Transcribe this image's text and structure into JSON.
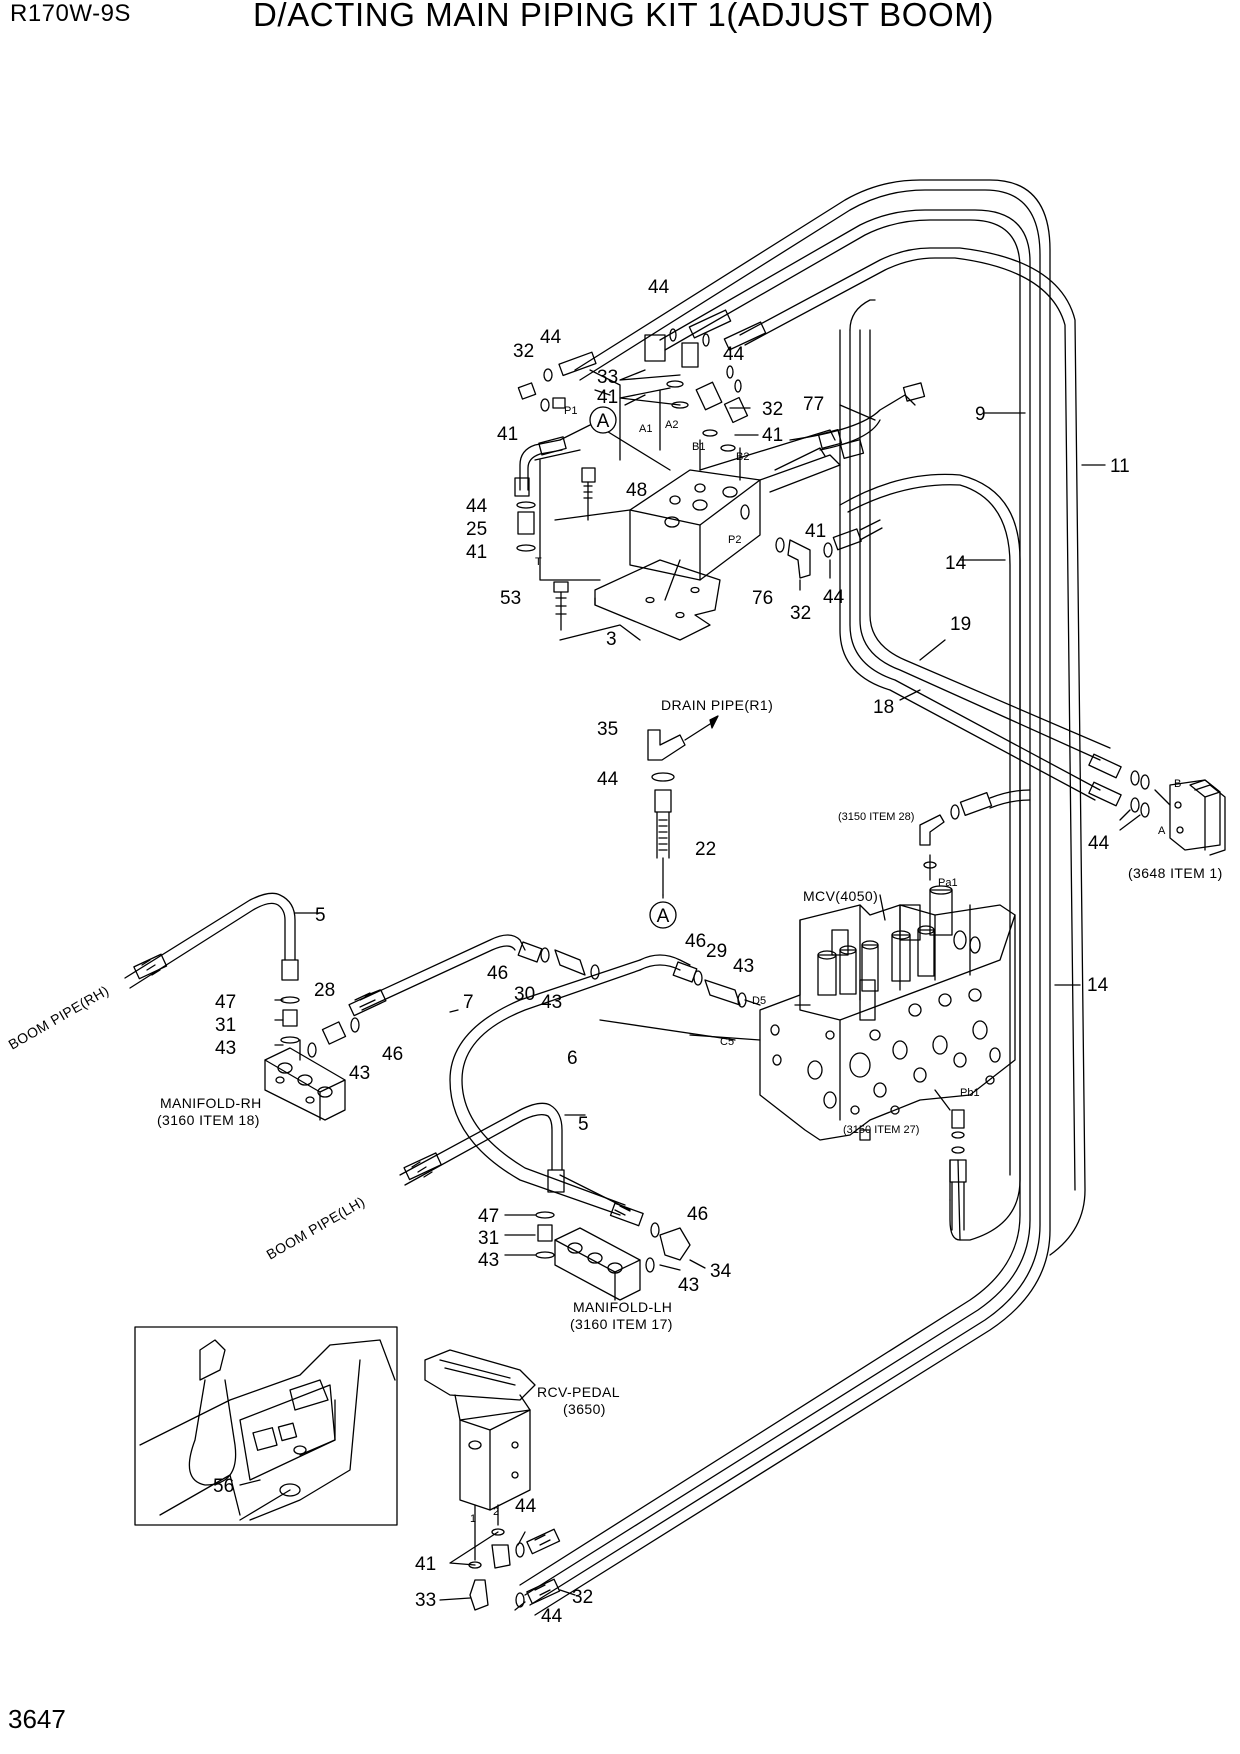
{
  "header": {
    "model": "R170W-9S",
    "title": "D/ACTING MAIN PIPING KIT 1(ADJUST BOOM)"
  },
  "footer": {
    "page_number": "3647"
  },
  "labels": {
    "drain_pipe": "DRAIN PIPE(R1)",
    "item_3150_28": "(3150 ITEM 28)",
    "item_3150_27": "(3150 ITEM 27)",
    "item_3648_1": "(3648 ITEM 1)",
    "mcv": "MCV(4050)",
    "boom_pipe_rh": "BOOM PIPE(RH)",
    "boom_pipe_lh": "BOOM PIPE(LH)",
    "manifold_rh": "MANIFOLD-RH",
    "manifold_rh_item": "(3160 ITEM 18)",
    "manifold_lh": "MANIFOLD-LH",
    "manifold_lh_item": "(3160 ITEM 17)",
    "rcv_pedal": "RCV-PEDAL",
    "rcv_pedal_item": "(3650)"
  },
  "port_labels": {
    "p1": "P1",
    "p2": "P2",
    "a1": "A1",
    "a2": "A2",
    "b1": "B1",
    "b2": "B2",
    "t": "T",
    "b": "B",
    "a": "A",
    "pa1": "Pa1",
    "pb1": "Pb1",
    "c5": "C5",
    "d5": "D5",
    "pedal_1": "1",
    "pedal_2": "2"
  },
  "reference_circles": {
    "top": "A",
    "bottom": "A"
  },
  "callouts": [
    "44",
    "32",
    "44",
    "33",
    "41",
    "44",
    "32",
    "77",
    "41",
    "41",
    "9",
    "11",
    "48",
    "44",
    "25",
    "41",
    "41",
    "53",
    "76",
    "32",
    "44",
    "3",
    "14",
    "19",
    "18",
    "35",
    "44",
    "22",
    "44",
    "5",
    "46",
    "29",
    "43",
    "47",
    "28",
    "31",
    "43",
    "46",
    "30",
    "43",
    "7",
    "46",
    "43",
    "6",
    "14",
    "5",
    "47",
    "46",
    "31",
    "43",
    "34",
    "43",
    "56",
    "44",
    "41",
    "33",
    "44",
    "32"
  ]
}
